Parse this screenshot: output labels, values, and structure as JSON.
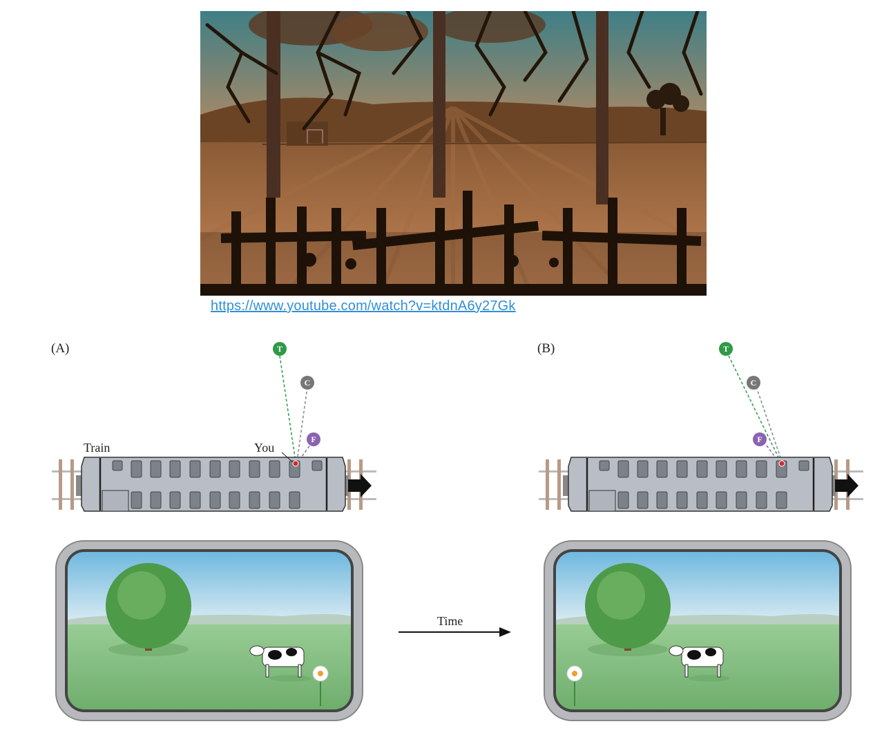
{
  "video": {
    "thumbnail_description": "Animated silhouette scene: farm field at dusk seen through window frame with hanging branches and broken wooden fence",
    "link_text": "https://www.youtube.com/watch?v=ktdnA6y27Gk"
  },
  "figure": {
    "panels": [
      {
        "id": "A",
        "label": "(A)",
        "train_label": "Train",
        "you_label": "You",
        "markers": [
          {
            "letter": "T",
            "name": "tree",
            "color": "#2e9a48"
          },
          {
            "letter": "C",
            "name": "cow",
            "color": "#777777"
          },
          {
            "letter": "F",
            "name": "flower",
            "color": "#8a64b0"
          }
        ]
      },
      {
        "id": "B",
        "label": "(B)",
        "markers": [
          {
            "letter": "T",
            "name": "tree",
            "color": "#2e9a48"
          },
          {
            "letter": "C",
            "name": "cow",
            "color": "#777777"
          },
          {
            "letter": "F",
            "name": "flower",
            "color": "#8a64b0"
          }
        ]
      }
    ],
    "time_label": "Time"
  },
  "colors": {
    "link": "#2f8fd6",
    "train_body": "#b9bec6",
    "sky_top": "#6fb8de",
    "grass": "#7fbf78",
    "you_dot": "#d9262c"
  }
}
